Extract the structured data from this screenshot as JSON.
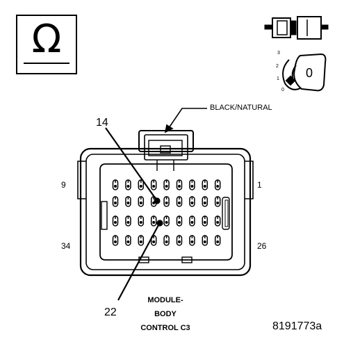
{
  "diagram": {
    "connector_color_label": "BLACK/NATURAL",
    "callout_top": "14",
    "callout_bottom": "22",
    "pin_labels": {
      "top_left": "9",
      "top_right": "1",
      "bottom_left": "34",
      "bottom_right": "26"
    },
    "caption_lines": [
      "MODULE-",
      "BODY",
      "CONTROL C3"
    ],
    "figure_id": "8191773a",
    "ignition_positions": [
      "3",
      "2",
      "1",
      "0"
    ],
    "key_label": "0",
    "ohm_symbol": "Ω"
  }
}
